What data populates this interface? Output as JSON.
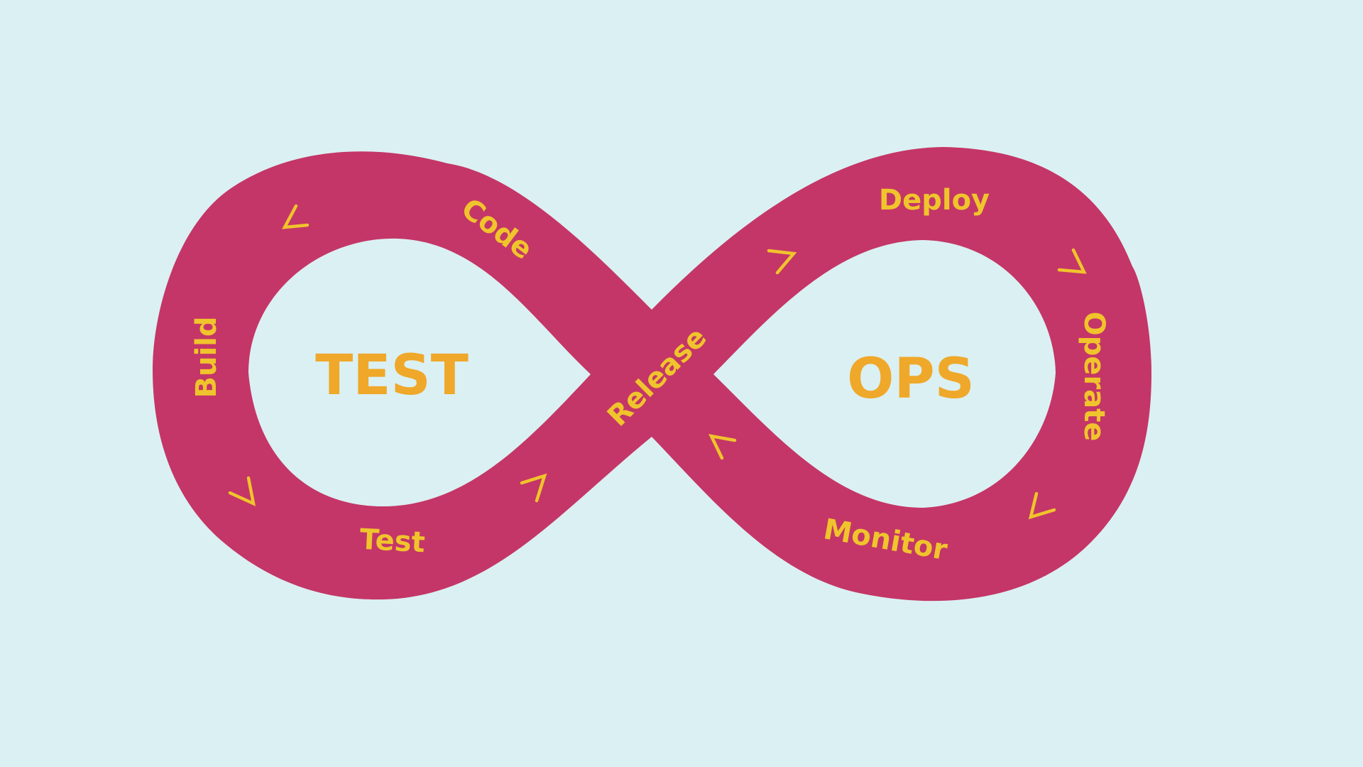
{
  "colors": {
    "background": "#dbf0f2",
    "band": "#c43667",
    "stage_text": "#f0c42c",
    "center_text": "#efa82a",
    "arrow": "#f0c42c"
  },
  "center_labels": {
    "left": "TEST",
    "right": "OPS"
  },
  "stages": {
    "code": "Code",
    "build": "Build",
    "test": "Test",
    "release": "Release",
    "deploy": "Deploy",
    "operate": "Operate",
    "monitor": "Monitor"
  },
  "arrow_icon": "chevron-arrow-icon"
}
